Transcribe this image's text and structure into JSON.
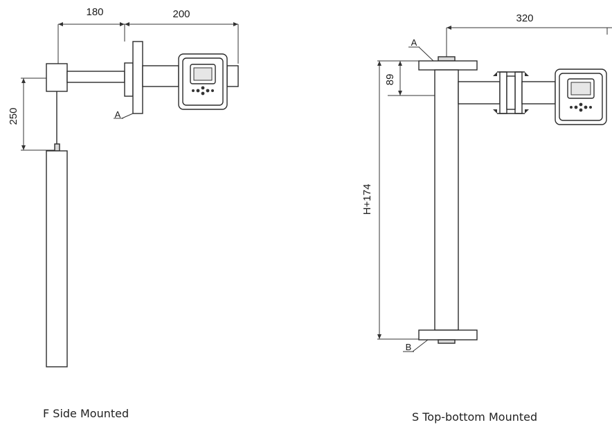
{
  "side_mounted": {
    "caption": "F Side Mounted",
    "dim_horizontal_1": "180",
    "dim_horizontal_2": "200",
    "dim_vertical": "250",
    "label_a": "A"
  },
  "top_bottom_mounted": {
    "caption": "S Top-bottom Mounted",
    "dim_horizontal": "320",
    "dim_vertical_short": "89",
    "dim_vertical_long": "H+174",
    "label_a": "A",
    "label_b": "B"
  }
}
